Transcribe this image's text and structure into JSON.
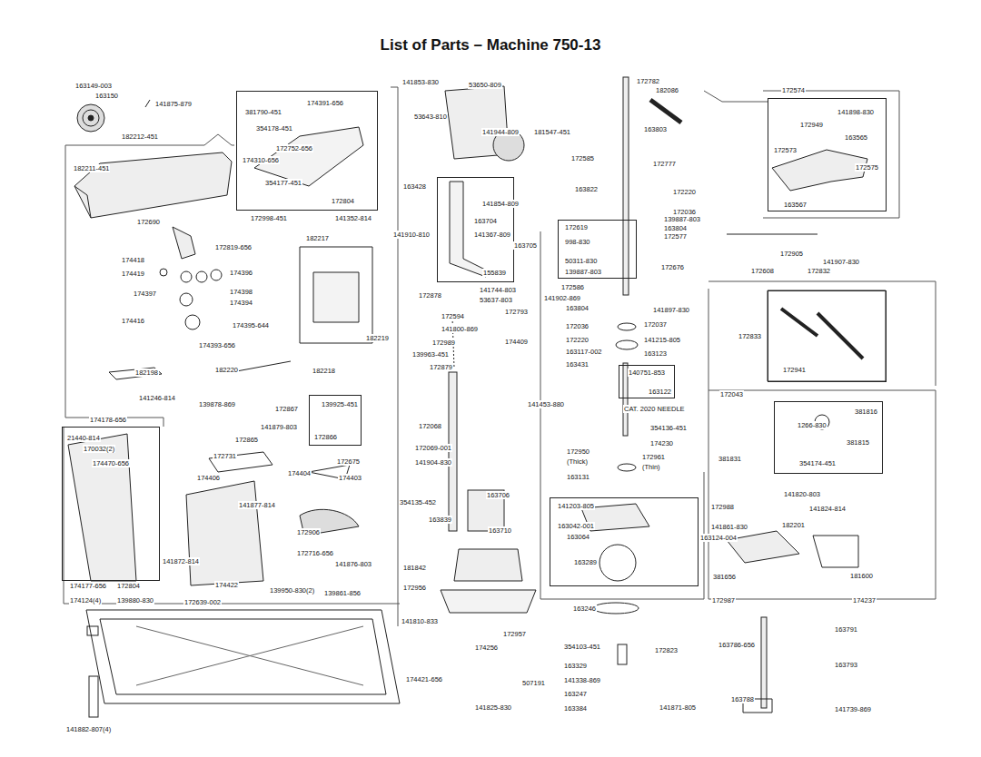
{
  "diagram": {
    "title": "List of Parts – Machine 750-13",
    "nodes": [
      {
        "text": [
          "174391-656",
          "381790-451",
          "354178-451",
          "172752-656",
          "174310-656",
          "354177-451",
          "172804"
        ]
      },
      {
        "text": [
          "139925-451",
          "172866"
        ]
      },
      {
        "text": [
          "163704",
          "141367-809",
          "155839"
        ]
      },
      {
        "text": [
          "172619",
          "998-830",
          "50311-830",
          "139887-803"
        ]
      },
      {
        "text": [
          "140751-853",
          "163122"
        ]
      },
      {
        "text": [
          "141203-805",
          "163042-001",
          "163064",
          "163289"
        ]
      },
      {
        "text": [
          "172949",
          "141898-830",
          "163565",
          "172573",
          "172575",
          "163567"
        ]
      },
      {
        "text": [
          "1266-830",
          "381815",
          "354174-451"
        ]
      },
      {
        "text": [
          "21440-814",
          "170032(2)",
          "174470-656"
        ]
      },
      {
        "text": [
          "172941"
        ]
      }
    ],
    "labels": [
      "163149-003",
      "163150",
      "141875-879",
      "182212-451",
      "182211-451",
      "172998-451",
      "141352-814",
      "182217",
      "172690",
      "172819-656",
      "174418",
      "174396",
      "174419",
      "174397",
      "174398",
      "174394",
      "174416",
      "174395-644",
      "174393-656",
      "182219",
      "182198",
      "182220",
      "182218",
      "141246-814",
      "139878-869",
      "172867",
      "174178-656",
      "141879-803",
      "172865",
      "172731",
      "172675",
      "174406",
      "174404",
      "174403",
      "141877-814",
      "172906",
      "172716-656",
      "141876-803",
      "141872-814",
      "174422",
      "139950-830(2)",
      "139861-856",
      "174177-656",
      "172804",
      "174124(4)",
      "139880-830",
      "172639-002",
      "141882-807(4)",
      "174421-656",
      "141853-830",
      "53650-809",
      "53643-810",
      "141944-809",
      "181547-451",
      "163428",
      "141854-809",
      "141910-810",
      "163705",
      "172878",
      "141744-803",
      "53637-803",
      "172594",
      "141800-869",
      "172989",
      "139963-451",
      "172879",
      "172793",
      "174409",
      "172068",
      "172069-001",
      "141904-830",
      "354135-452",
      "163706",
      "163839",
      "163710",
      "181842",
      "172956",
      "141810-833",
      "172957",
      "174256",
      "507191",
      "141825-830",
      "172782",
      "182086",
      "163803",
      "172585",
      "172777",
      "163822",
      "172220",
      "172036",
      "139887-803",
      "163804",
      "172577",
      "172676",
      "172586",
      "141902-869",
      "163804",
      "141897-830",
      "172036",
      "172037",
      "172220",
      "141215-805",
      "163117-002",
      "163123",
      "163431",
      "141453-880",
      "CAT. 2020 NEEDLE",
      "354136-451",
      "174230",
      "172950",
      "(Thick)",
      "172961",
      "(Thin)",
      "163131",
      "163124-004",
      "163246",
      "354103-451",
      "172823",
      "163329",
      "141338-869",
      "163247",
      "163384",
      "141871-805",
      "172574",
      "172905",
      "141907-830",
      "172608",
      "172832",
      "172833",
      "172043",
      "381816",
      "381831",
      "141820-803",
      "172988",
      "141824-814",
      "141861-830",
      "182201",
      "381656",
      "181600",
      "172987",
      "174237",
      "163791",
      "163786-656",
      "163793",
      "163788",
      "141739-869"
    ]
  }
}
